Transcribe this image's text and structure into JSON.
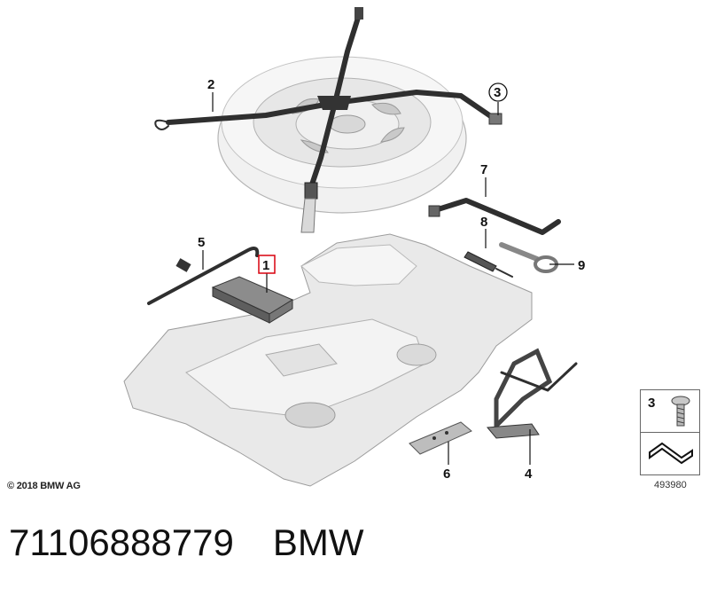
{
  "diagram": {
    "callouts": [
      {
        "id": "1",
        "highlighted": true
      },
      {
        "id": "2"
      },
      {
        "id": "3",
        "circled": true
      },
      {
        "id": "4"
      },
      {
        "id": "5"
      },
      {
        "id": "6"
      },
      {
        "id": "7"
      },
      {
        "id": "8"
      },
      {
        "id": "9"
      }
    ],
    "copyright": "© 2018 BMW AG",
    "diagram_number": "493980",
    "legend": {
      "item_number": "3"
    },
    "highlight_color": "#d9000d"
  },
  "part": {
    "number": "71106888779",
    "brand": "BMW"
  }
}
